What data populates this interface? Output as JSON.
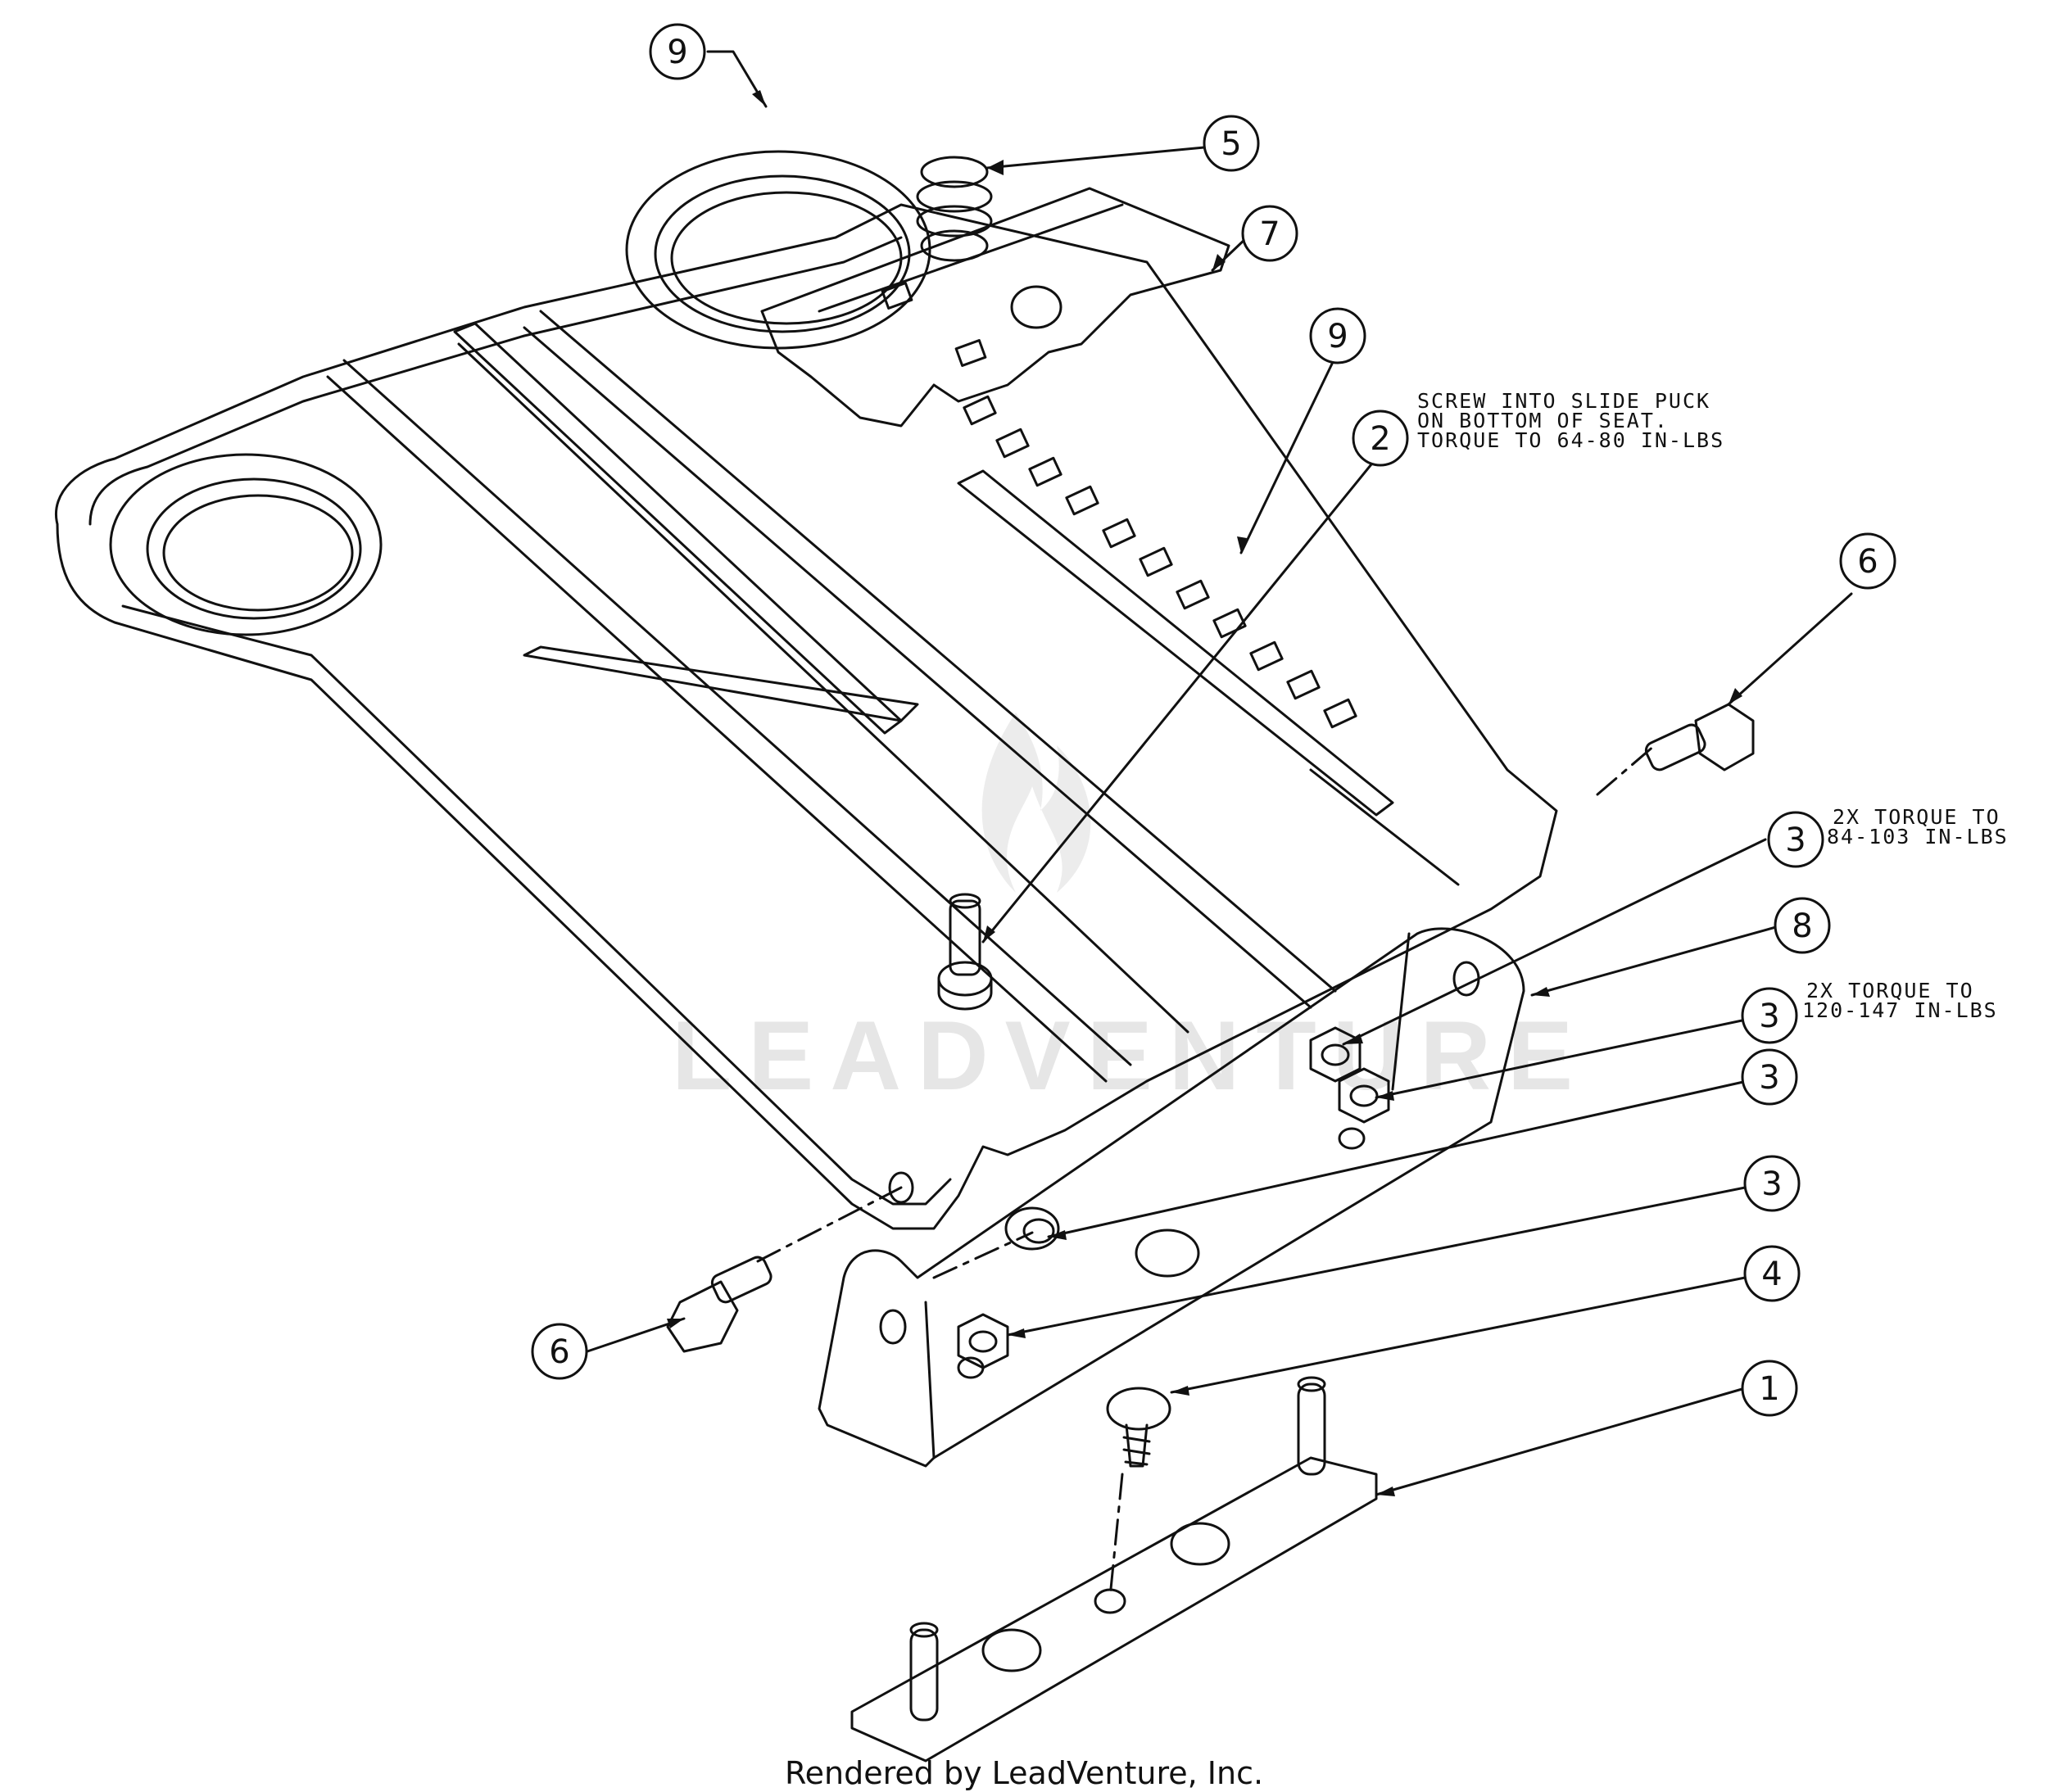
{
  "callouts": [
    {
      "id": "c-9-top",
      "label": "9"
    },
    {
      "id": "c-5",
      "label": "5"
    },
    {
      "id": "c-7",
      "label": "7"
    },
    {
      "id": "c-9-mid",
      "label": "9"
    },
    {
      "id": "c-2",
      "label": "2"
    },
    {
      "id": "c-6-right",
      "label": "6"
    },
    {
      "id": "c-3-a",
      "label": "3"
    },
    {
      "id": "c-8",
      "label": "8"
    },
    {
      "id": "c-3-b",
      "label": "3"
    },
    {
      "id": "c-3-c",
      "label": "3"
    },
    {
      "id": "c-3-d",
      "label": "3"
    },
    {
      "id": "c-4",
      "label": "4"
    },
    {
      "id": "c-1",
      "label": "1"
    },
    {
      "id": "c-6-left",
      "label": "6"
    }
  ],
  "notes": {
    "screw": [
      "SCREW INTO SLIDE PUCK",
      "ON BOTTOM OF SEAT.",
      "TORQUE TO 64-80 IN-LBS"
    ],
    "torque_84": [
      "2X TORQUE TO",
      "84-103 IN-LBS"
    ],
    "torque_120": [
      "2X TORQUE TO",
      "120-147 IN-LBS"
    ]
  },
  "watermark": "LEADVENTURE",
  "footer": "Rendered by LeadVenture, Inc."
}
